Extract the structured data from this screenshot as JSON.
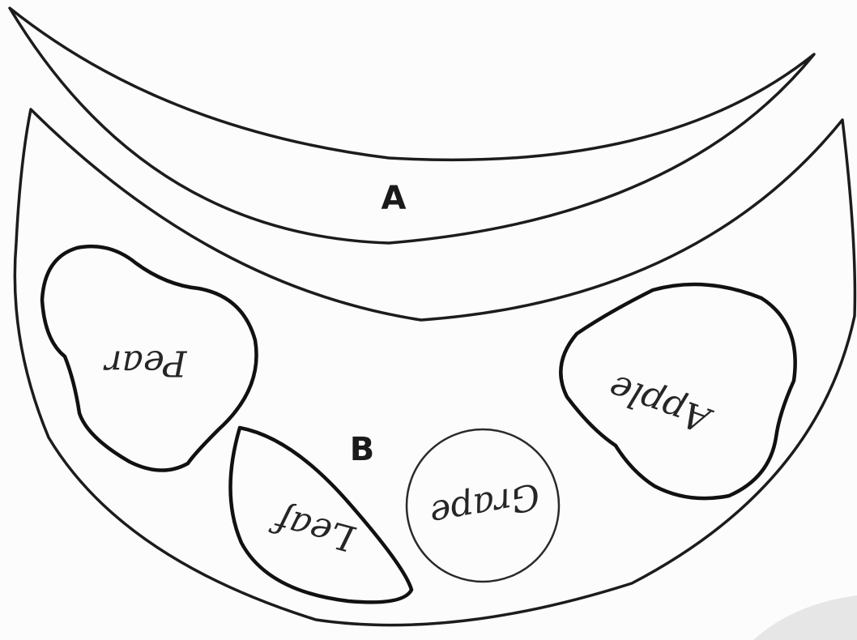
{
  "labels": {
    "region_a": "A",
    "region_b": "B"
  },
  "fruits": {
    "pear": "Pear",
    "leaf": "Leaf",
    "grape": "Grape",
    "apple": "Apple"
  }
}
